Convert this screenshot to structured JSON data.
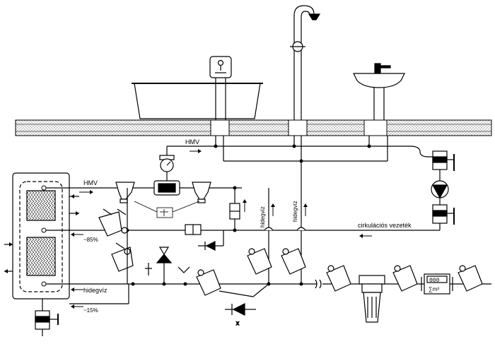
{
  "labels": {
    "hmv_top": "HMV",
    "hmv_tank": "HMV",
    "cold_water_1": "hidegvíz",
    "cold_water_2": "hidegvíz",
    "cold_water_tank": "hidegvíz",
    "circulation": "cirkulációs vezeték",
    "pct_85": "~85%",
    "pct_15": "~15%",
    "meter_digits": "000",
    "meter_unit": "∑m³"
  },
  "colors": {
    "line": "#000000",
    "floor_hatch": "#555555",
    "valve_fill": "#ffffff"
  },
  "icons": [
    "shower-icon",
    "bathtub-icon",
    "washbasin-icon",
    "mixer-tap-icon",
    "pump-icon",
    "thermometer-gauge-icon",
    "water-meter-icon",
    "filter-icon",
    "check-valve-icon",
    "ball-valve-icon",
    "safety-valve-icon"
  ]
}
